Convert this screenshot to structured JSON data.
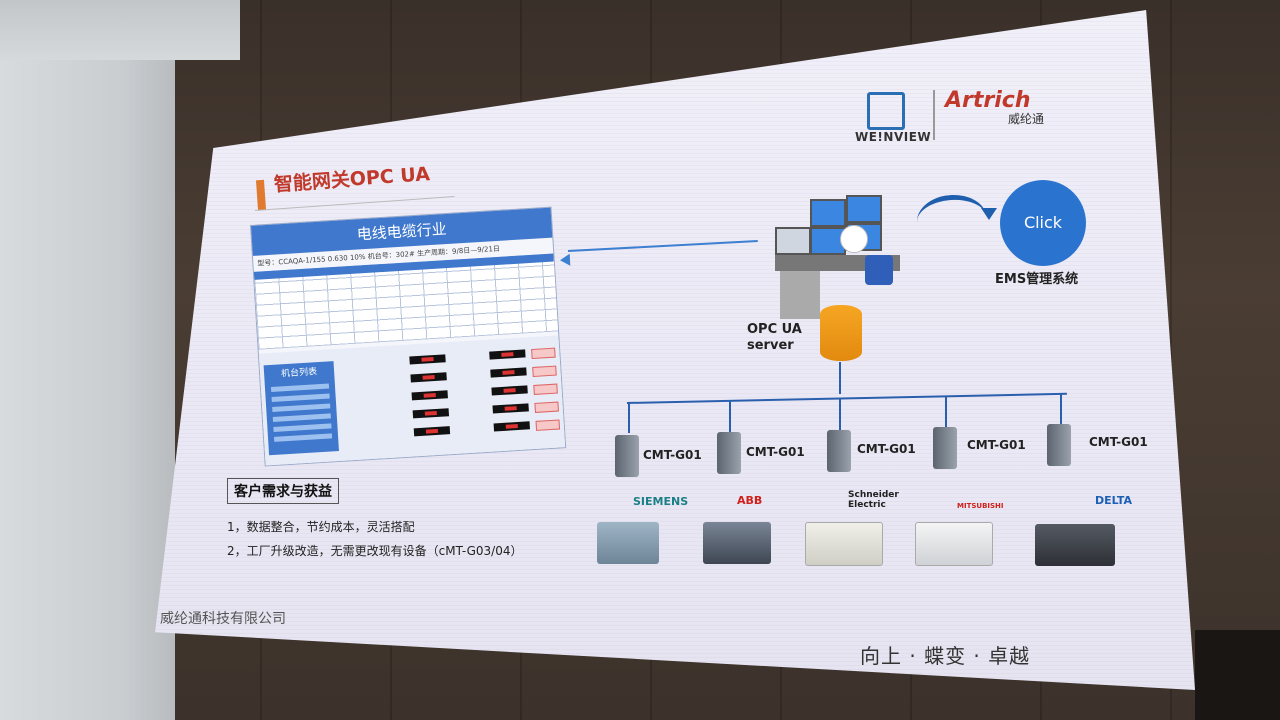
{
  "slide": {
    "title": "智能网关OPC UA",
    "logo_weinview": "WE!NVIEW",
    "logo_artrich": "Artrich",
    "logo_artrich_sub": "威纶通",
    "report_title": "电线电缆行业",
    "report_subline": "型号：CCAQA-1/155 0.630 10% 机台号：302# 生产周期：9/8日—9/21日",
    "machine_list_title": "机台列表",
    "click_label": "Click",
    "ems_label": "EMS管理系统",
    "opc_label_line1": "OPC UA",
    "opc_label_line2": "server",
    "gateways": [
      "CMT-G01",
      "CMT-G01",
      "CMT-G01",
      "CMT-G01",
      "CMT-G01"
    ],
    "brands": [
      {
        "name": "SIEMENS",
        "color": "#1a7f86"
      },
      {
        "name": "ABB",
        "color": "#d0201a"
      },
      {
        "name": "Schneider Electric",
        "color": "#222222"
      },
      {
        "name": "MITSUBISHI",
        "color": "#d0201a"
      },
      {
        "name": "DELTA",
        "color": "#1d5fb5"
      }
    ],
    "needs_title": "客户需求与获益",
    "needs_items": [
      "1，数据整合，节约成本，灵活搭配",
      "2，工厂升级改造，无需更改现有设备（cMT-G03/04）"
    ],
    "company": "威纶通科技有限公司",
    "slogan": "向上 · 蝶变 · 卓越"
  },
  "colors": {
    "accent_orange": "#e07a2e",
    "title_red": "#c0392b",
    "network_blue": "#2a5fae",
    "click_blue": "#2a74d0"
  }
}
